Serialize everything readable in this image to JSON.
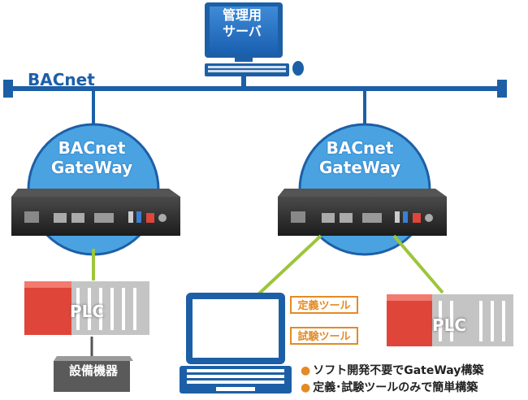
{
  "network": {
    "label": "BACnet"
  },
  "server": {
    "label_line1": "管理用",
    "label_line2": "サーバ"
  },
  "gateways": [
    {
      "line1": "BACnet",
      "line2": "GateWay"
    },
    {
      "line1": "BACnet",
      "line2": "GateWay"
    }
  ],
  "plcs": [
    {
      "label": "PLC"
    },
    {
      "label": "PLC"
    }
  ],
  "device": {
    "label": "設備機器"
  },
  "tools": [
    {
      "label": "定義ツール"
    },
    {
      "label": "試験ツール"
    }
  ],
  "features": [
    {
      "text": "ソフト開発不要でGateWay構築"
    },
    {
      "text": "定義･試験ツールのみで簡単構築"
    }
  ],
  "colors": {
    "network_blue": "#1d5fa6",
    "gateway_bubble": "#4aa3e0",
    "link_green": "#9cc63b",
    "tool_orange": "#e38b25",
    "plc_red": "#e0453a",
    "plc_gray": "#b7b7b7"
  }
}
